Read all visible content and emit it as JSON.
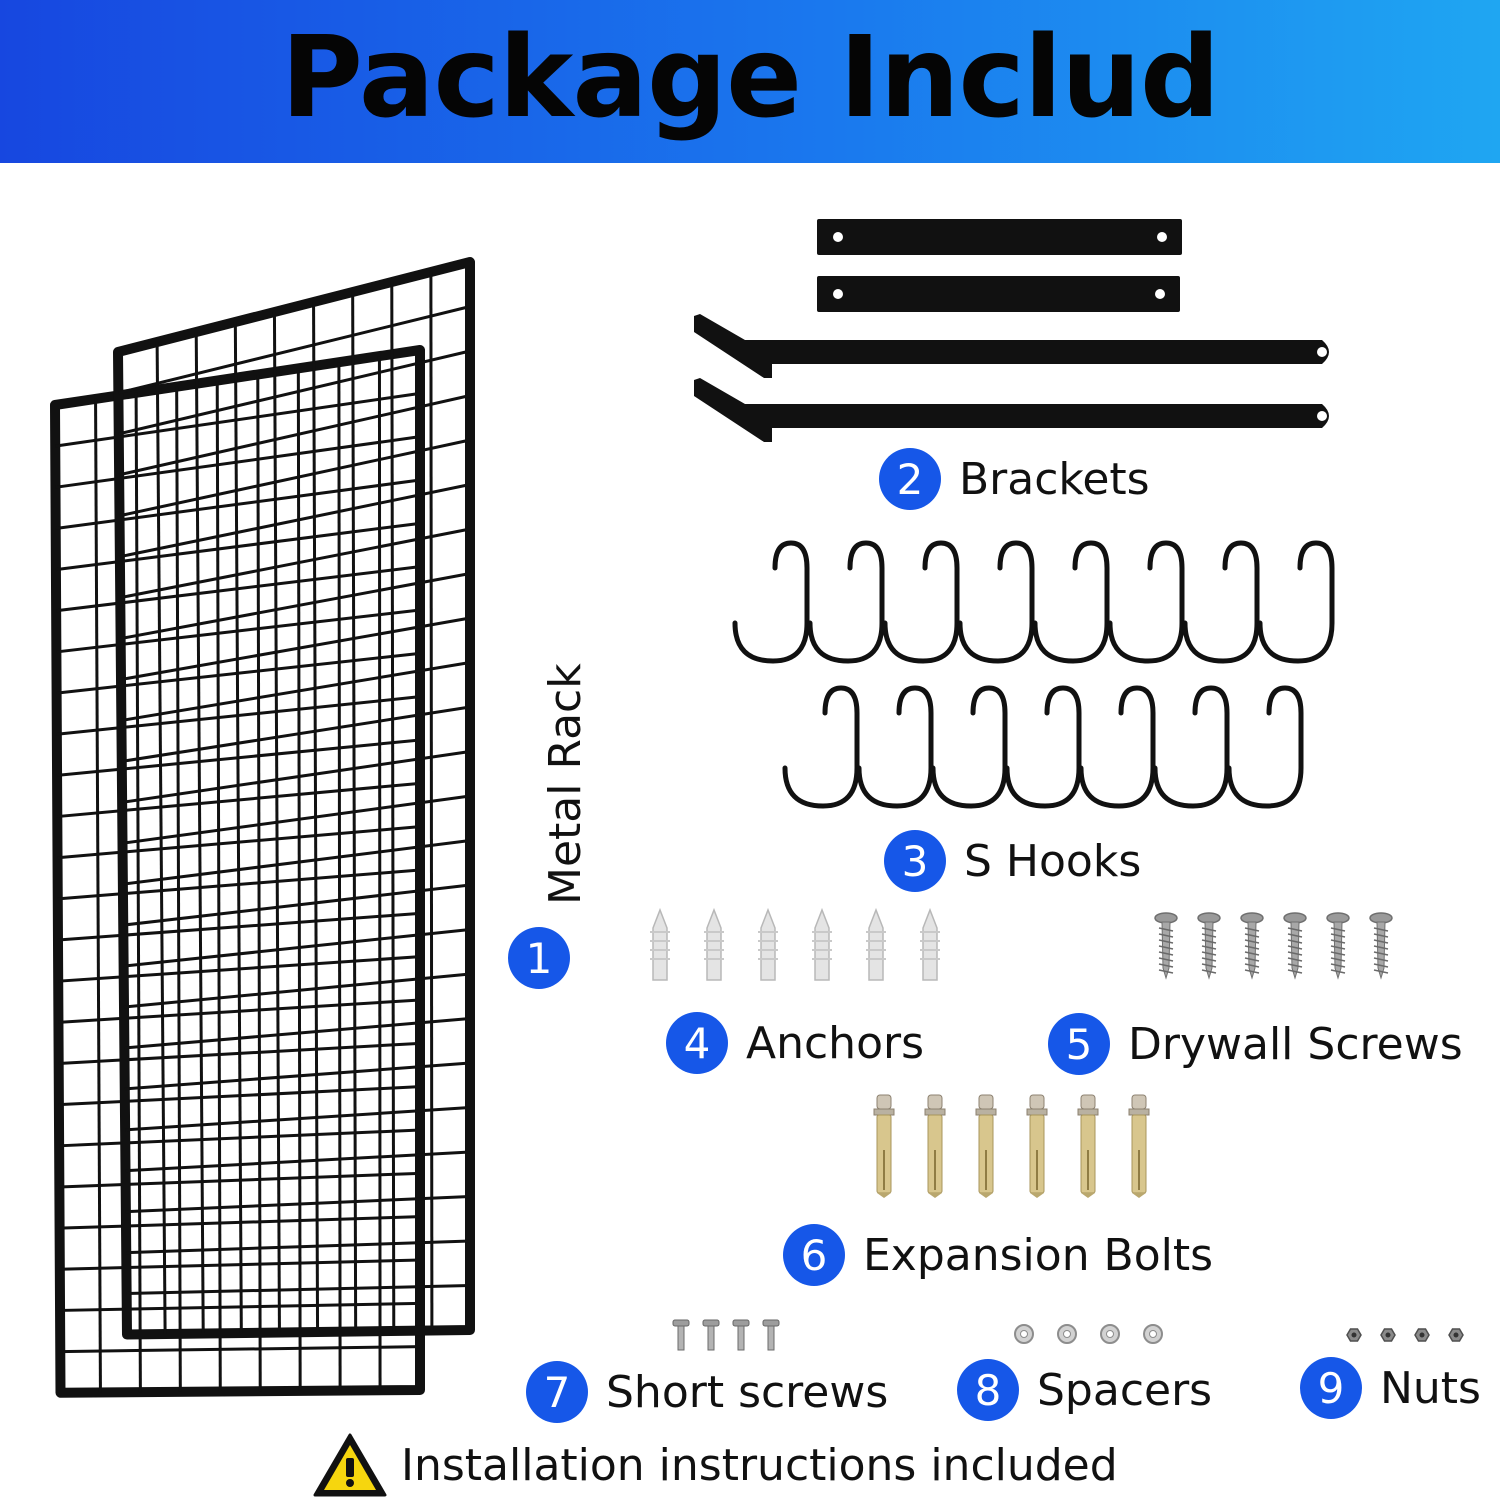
{
  "banner": {
    "title": "Package Includ"
  },
  "items": [
    {
      "number": "1",
      "label": "Metal Rack",
      "icon": "metal-rack-image"
    },
    {
      "number": "2",
      "label": "Brackets",
      "icon": "brackets-image"
    },
    {
      "number": "3",
      "label": "S Hooks",
      "icon": "s-hooks-image"
    },
    {
      "number": "4",
      "label": "Anchors",
      "icon": "anchors-image"
    },
    {
      "number": "5",
      "label": "Drywall Screws",
      "icon": "drywall-screws-image"
    },
    {
      "number": "6",
      "label": "Expansion Bolts",
      "icon": "expansion-bolts-image"
    },
    {
      "number": "7",
      "label": "Short screws",
      "icon": "short-screws-image"
    },
    {
      "number": "8",
      "label": "Spacers",
      "icon": "spacers-image"
    },
    {
      "number": "9",
      "label": "Nuts",
      "icon": "nuts-image"
    }
  ],
  "footer": {
    "note": "Installation instructions included",
    "icon": "warning-icon"
  },
  "colors": {
    "banner_start": "#1747e0",
    "banner_end": "#1fa6f2",
    "badge": "#1657e8",
    "metal": "#111111"
  }
}
